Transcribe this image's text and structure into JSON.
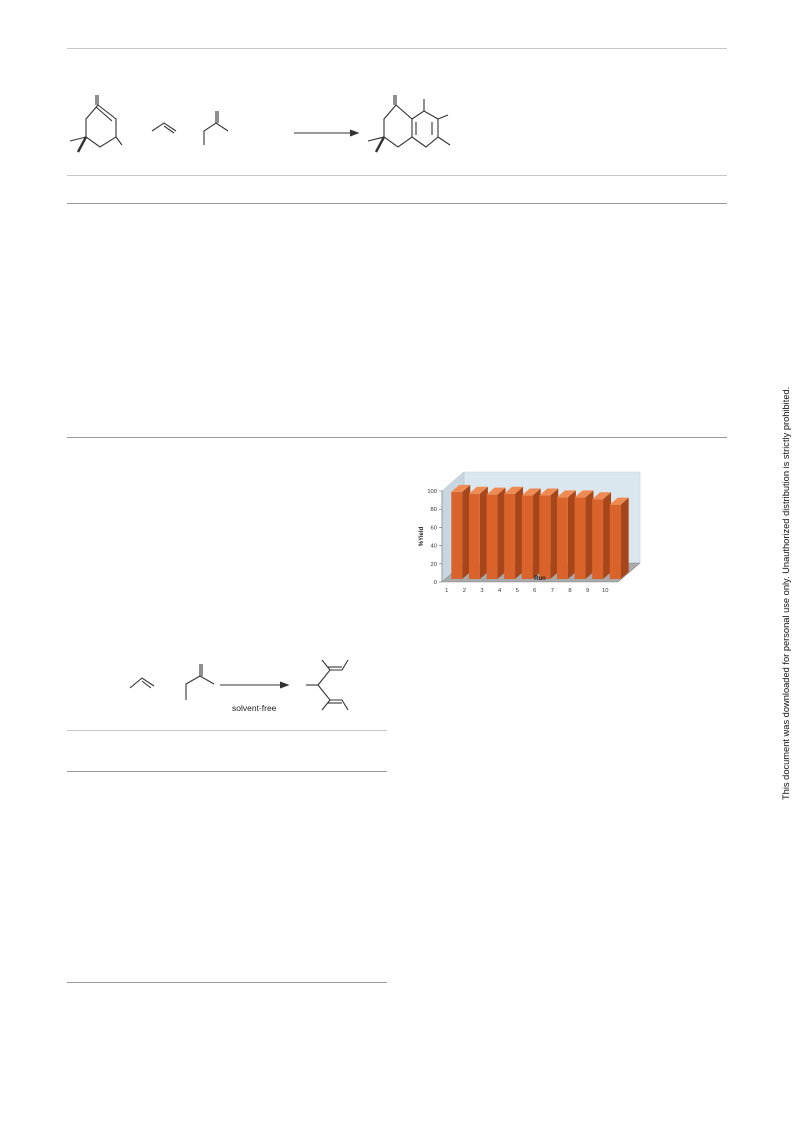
{
  "scheme_2": {
    "condition_label": "solvent-free"
  },
  "sidebar": {
    "notice": "This document was downloaded for personal use only. Unauthorized distribution is strictly prohibited."
  },
  "chart_data": {
    "type": "bar",
    "style": "3d",
    "title": "",
    "xlabel": "Run",
    "ylabel": "%Yield",
    "categories": [
      "1",
      "2",
      "3",
      "4",
      "5",
      "6",
      "7",
      "8",
      "9",
      "10"
    ],
    "values": [
      99,
      97,
      96,
      97,
      95,
      95,
      93,
      93,
      91,
      85
    ],
    "ylim": [
      0,
      100
    ],
    "yticks": [
      0,
      20,
      40,
      60,
      80,
      100
    ],
    "grid": false,
    "legend": "none",
    "bar_color": "#d9632b",
    "wall_color": "#dbe7ef",
    "floor_color": "#a9a9a9"
  }
}
